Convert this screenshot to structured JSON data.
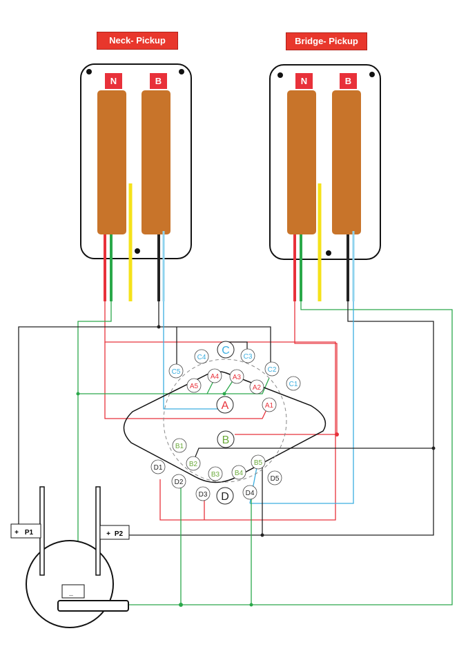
{
  "titles": {
    "neck": "Neck- Pickup",
    "bridge": "Bridge- Pickup"
  },
  "pickups": [
    {
      "id": "neck",
      "coil_labels": [
        "N",
        "B"
      ]
    },
    {
      "id": "bridge",
      "coil_labels": [
        "N",
        "B"
      ]
    }
  ],
  "switch": {
    "poles": [
      "A",
      "B",
      "C",
      "D"
    ],
    "lugs": {
      "A": [
        "A1",
        "A2",
        "A3",
        "A4",
        "A5"
      ],
      "B": [
        "B1",
        "B2",
        "B3",
        "B4",
        "B5"
      ],
      "C": [
        "C1",
        "C2",
        "C3",
        "C4",
        "C5"
      ],
      "D": [
        "D1",
        "D2",
        "D3",
        "D4",
        "D5"
      ]
    }
  },
  "pot": {
    "ports": [
      "P1",
      "P2"
    ],
    "plus": "+",
    "minus": "_"
  },
  "colors": {
    "title_bg": "#e8372c",
    "coil": "#c8742a",
    "red_wire": "#e8313a",
    "green_wire": "#2aa84a",
    "yellow_wire": "#f5e21a",
    "black_wire": "#222222",
    "white_wire": "#8fd3ee",
    "pole_a": "#e8313a",
    "pole_b": "#6aaa3a",
    "pole_c": "#3aaee0",
    "pole_d": "#222222"
  }
}
